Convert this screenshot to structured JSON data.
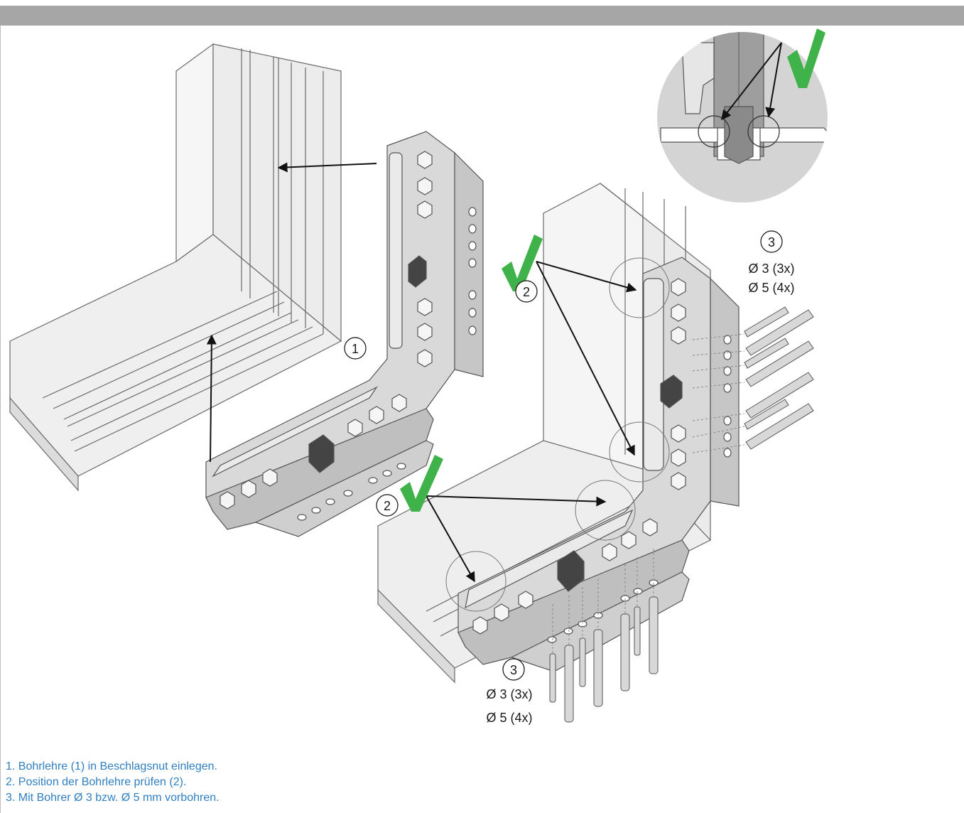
{
  "callouts": {
    "step1": "1",
    "step2_upper": "2",
    "step2_lower": "2",
    "step3_right": "3",
    "step3_bottom": "3"
  },
  "drill_specs": {
    "right_line1": "Ø 3 (3x)",
    "right_line2": "Ø 5 (4x)",
    "bottom_line1": "Ø 3 (3x)",
    "bottom_line2": "Ø 5 (4x)"
  },
  "instructions": [
    "1. Bohrlehre (1) in Beschlagsnut einlegen.",
    "2. Position der Bohrlehre prüfen (2).",
    "3. Mit Bohrer Ø 3 bzw. Ø 5 mm vorbohren."
  ],
  "icons": {
    "checkmark": "check-icon",
    "drill": "drill-bit-icon"
  },
  "colors": {
    "header_bar": "#a6a6a6",
    "instruction_text": "#2f7fc1",
    "checkmark": "#3fb24a",
    "detail_circle": "#d4d4d4"
  }
}
